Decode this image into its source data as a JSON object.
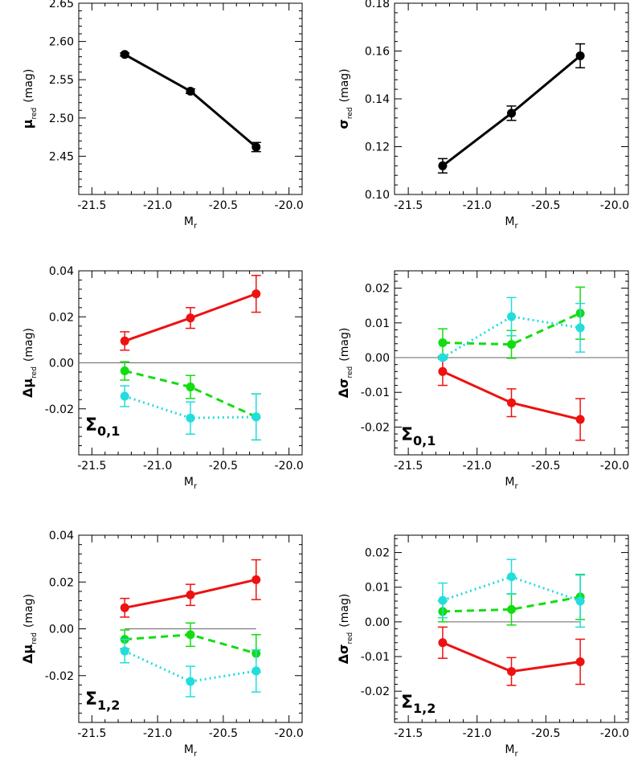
{
  "colors": {
    "black": "#000000",
    "red": "#ee1111",
    "green": "#11dd11",
    "cyan": "#22dddd",
    "zero_line": "#666666"
  },
  "chart_data": [
    {
      "type": "line",
      "xlabel": "M_r",
      "xlabel_main": "M",
      "xlabel_sub": "r",
      "ylabel_main": "μ",
      "ylabel_sub": "red",
      "ylabel_unit": "(mag)",
      "annotation": "",
      "annotation_main": "",
      "annotation_sub": "",
      "xlim": [
        -21.6,
        -19.9
      ],
      "ylim": [
        2.4,
        2.65
      ],
      "xticks": [
        -21.5,
        -21.0,
        -20.5,
        -20.0
      ],
      "xtick_labels": [
        "-21.5",
        "-21.0",
        "-20.5",
        "-20.0"
      ],
      "yticks": [
        2.45,
        2.5,
        2.55,
        2.6,
        2.65
      ],
      "ytick_labels": [
        "2.45",
        "2.50",
        "2.55",
        "2.60",
        "2.65"
      ],
      "zero_line": false,
      "series": [
        {
          "color": "#000000",
          "style": "solid",
          "x": [
            -21.25,
            -20.75,
            -20.25
          ],
          "y": [
            2.583,
            2.535,
            2.462
          ],
          "err": [
            0.002,
            0.003,
            0.006
          ]
        }
      ]
    },
    {
      "type": "line",
      "xlabel": "M_r",
      "xlabel_main": "M",
      "xlabel_sub": "r",
      "ylabel_main": "σ",
      "ylabel_sub": "red",
      "ylabel_unit": "(mag)",
      "annotation": "",
      "annotation_main": "",
      "annotation_sub": "",
      "xlim": [
        -21.6,
        -19.9
      ],
      "ylim": [
        0.1,
        0.18
      ],
      "xticks": [
        -21.5,
        -21.0,
        -20.5,
        -20.0
      ],
      "xtick_labels": [
        "-21.5",
        "-21.0",
        "-20.5",
        "-20.0"
      ],
      "yticks": [
        0.1,
        0.12,
        0.14,
        0.16,
        0.18
      ],
      "ytick_labels": [
        "0.10",
        "0.12",
        "0.14",
        "0.16",
        "0.18"
      ],
      "zero_line": false,
      "series": [
        {
          "color": "#000000",
          "style": "solid",
          "x": [
            -21.25,
            -20.75,
            -20.25
          ],
          "y": [
            0.112,
            0.134,
            0.158
          ],
          "err": [
            0.003,
            0.003,
            0.005
          ]
        }
      ]
    },
    {
      "type": "line",
      "xlabel": "M_r",
      "xlabel_main": "M",
      "xlabel_sub": "r",
      "ylabel_main": "Δμ",
      "ylabel_sub": "red",
      "ylabel_unit": "(mag)",
      "annotation": "Σ0,1",
      "annotation_main": "Σ",
      "annotation_sub": "0,1",
      "xlim": [
        -21.6,
        -19.9
      ],
      "ylim": [
        -0.04,
        0.04
      ],
      "xticks": [
        -21.5,
        -21.0,
        -20.5,
        -20.0
      ],
      "xtick_labels": [
        "-21.5",
        "-21.0",
        "-20.5",
        "-20.0"
      ],
      "yticks": [
        -0.02,
        0.0,
        0.02,
        0.04
      ],
      "ytick_labels": [
        "-0.02",
        "0.00",
        "0.02",
        "0.04"
      ],
      "zero_line": true,
      "zero_line_x": [
        -21.6,
        -19.9
      ],
      "series": [
        {
          "color": "#ee1111",
          "style": "solid",
          "x": [
            -21.25,
            -20.75,
            -20.25
          ],
          "y": [
            0.0095,
            0.0195,
            0.03
          ],
          "err": [
            0.004,
            0.0045,
            0.008
          ]
        },
        {
          "color": "#11dd11",
          "style": "dashed",
          "x": [
            -21.25,
            -20.75,
            -20.25
          ],
          "y": [
            -0.0035,
            -0.0105,
            -0.0235
          ],
          "err": [
            0.004,
            0.005,
            0.01
          ]
        },
        {
          "color": "#22dddd",
          "style": "dotted",
          "x": [
            -21.25,
            -20.75,
            -20.25
          ],
          "y": [
            -0.0145,
            -0.024,
            -0.0235
          ],
          "err": [
            0.0045,
            0.007,
            0.01
          ]
        }
      ]
    },
    {
      "type": "line",
      "xlabel": "M_r",
      "xlabel_main": "M",
      "xlabel_sub": "r",
      "ylabel_main": "Δσ",
      "ylabel_sub": "red",
      "ylabel_unit": "(mag)",
      "annotation": "Σ0,1",
      "annotation_main": "Σ",
      "annotation_sub": "0,1",
      "xlim": [
        -21.6,
        -19.9
      ],
      "ylim": [
        -0.028,
        0.025
      ],
      "xticks": [
        -21.5,
        -21.0,
        -20.5,
        -20.0
      ],
      "xtick_labels": [
        "-21.5",
        "-21.0",
        "-20.5",
        "-20.0"
      ],
      "yticks": [
        -0.02,
        -0.01,
        0.0,
        0.01,
        0.02
      ],
      "ytick_labels": [
        "-0.02",
        "-0.01",
        "0.00",
        "0.01",
        "0.02"
      ],
      "zero_line": true,
      "zero_line_x": [
        -21.6,
        -19.9
      ],
      "series": [
        {
          "color": "#ee1111",
          "style": "solid",
          "x": [
            -21.25,
            -20.75,
            -20.25
          ],
          "y": [
            -0.004,
            -0.013,
            -0.0178
          ],
          "err": [
            0.004,
            0.004,
            0.006
          ]
        },
        {
          "color": "#11dd11",
          "style": "dashed",
          "x": [
            -21.25,
            -20.75,
            -20.25
          ],
          "y": [
            0.0043,
            0.0038,
            0.0128
          ],
          "err": [
            0.004,
            0.004,
            0.0075
          ]
        },
        {
          "color": "#22dddd",
          "style": "dotted",
          "x": [
            -21.25,
            -20.75,
            -20.25
          ],
          "y": [
            0.0,
            0.0118,
            0.0086
          ],
          "err": [
            0.0005,
            0.0055,
            0.007
          ]
        }
      ]
    },
    {
      "type": "line",
      "xlabel": "M_r",
      "xlabel_main": "M",
      "xlabel_sub": "r",
      "ylabel_main": "Δμ",
      "ylabel_sub": "red",
      "ylabel_unit": "(mag)",
      "annotation": "Σ1,2",
      "annotation_main": "Σ",
      "annotation_sub": "1,2",
      "xlim": [
        -21.6,
        -19.9
      ],
      "ylim": [
        -0.04,
        0.04
      ],
      "xticks": [
        -21.5,
        -21.0,
        -20.5,
        -20.0
      ],
      "xtick_labels": [
        "-21.5",
        "-21.0",
        "-20.5",
        "-20.0"
      ],
      "yticks": [
        -0.02,
        0.0,
        0.02,
        0.04
      ],
      "ytick_labels": [
        "-0.02",
        "0.00",
        "0.02",
        "0.04"
      ],
      "zero_line": true,
      "zero_line_x": [
        -21.25,
        -20.25
      ],
      "series": [
        {
          "color": "#ee1111",
          "style": "solid",
          "x": [
            -21.25,
            -20.75,
            -20.25
          ],
          "y": [
            0.009,
            0.0145,
            0.021
          ],
          "err": [
            0.004,
            0.0045,
            0.0085
          ]
        },
        {
          "color": "#11dd11",
          "style": "dashed",
          "x": [
            -21.25,
            -20.75,
            -20.25
          ],
          "y": [
            -0.0045,
            -0.0025,
            -0.0105
          ],
          "err": [
            0.004,
            0.005,
            0.008
          ]
        },
        {
          "color": "#22dddd",
          "style": "dotted",
          "x": [
            -21.25,
            -20.75,
            -20.25
          ],
          "y": [
            -0.0095,
            -0.0225,
            -0.018
          ],
          "err": [
            0.005,
            0.0065,
            0.009
          ]
        }
      ]
    },
    {
      "type": "line",
      "xlabel": "M_r",
      "xlabel_main": "M",
      "xlabel_sub": "r",
      "ylabel_main": "Δσ",
      "ylabel_sub": "red",
      "ylabel_unit": "(mag)",
      "annotation": "Σ1,2",
      "annotation_main": "Σ",
      "annotation_sub": "1,2",
      "xlim": [
        -21.6,
        -19.9
      ],
      "ylim": [
        -0.029,
        0.025
      ],
      "xticks": [
        -21.5,
        -21.0,
        -20.5,
        -20.0
      ],
      "xtick_labels": [
        "-21.5",
        "-21.0",
        "-20.5",
        "-20.0"
      ],
      "yticks": [
        -0.02,
        -0.01,
        0.0,
        0.01,
        0.02
      ],
      "ytick_labels": [
        "-0.02",
        "-0.01",
        "0.00",
        "0.01",
        "0.02"
      ],
      "zero_line": true,
      "zero_line_x": [
        -21.25,
        -20.25
      ],
      "series": [
        {
          "color": "#ee1111",
          "style": "solid",
          "x": [
            -21.25,
            -20.75,
            -20.25
          ],
          "y": [
            -0.006,
            -0.0143,
            -0.0115
          ],
          "err": [
            0.0045,
            0.004,
            0.0065
          ]
        },
        {
          "color": "#11dd11",
          "style": "dashed",
          "x": [
            -21.25,
            -20.75,
            -20.25
          ],
          "y": [
            0.003,
            0.0036,
            0.0072
          ],
          "err": [
            0.003,
            0.0045,
            0.0065
          ]
        },
        {
          "color": "#22dddd",
          "style": "dotted",
          "x": [
            -21.25,
            -20.75,
            -20.25
          ],
          "y": [
            0.0062,
            0.013,
            0.006
          ],
          "err": [
            0.005,
            0.005,
            0.0075
          ]
        }
      ]
    }
  ]
}
